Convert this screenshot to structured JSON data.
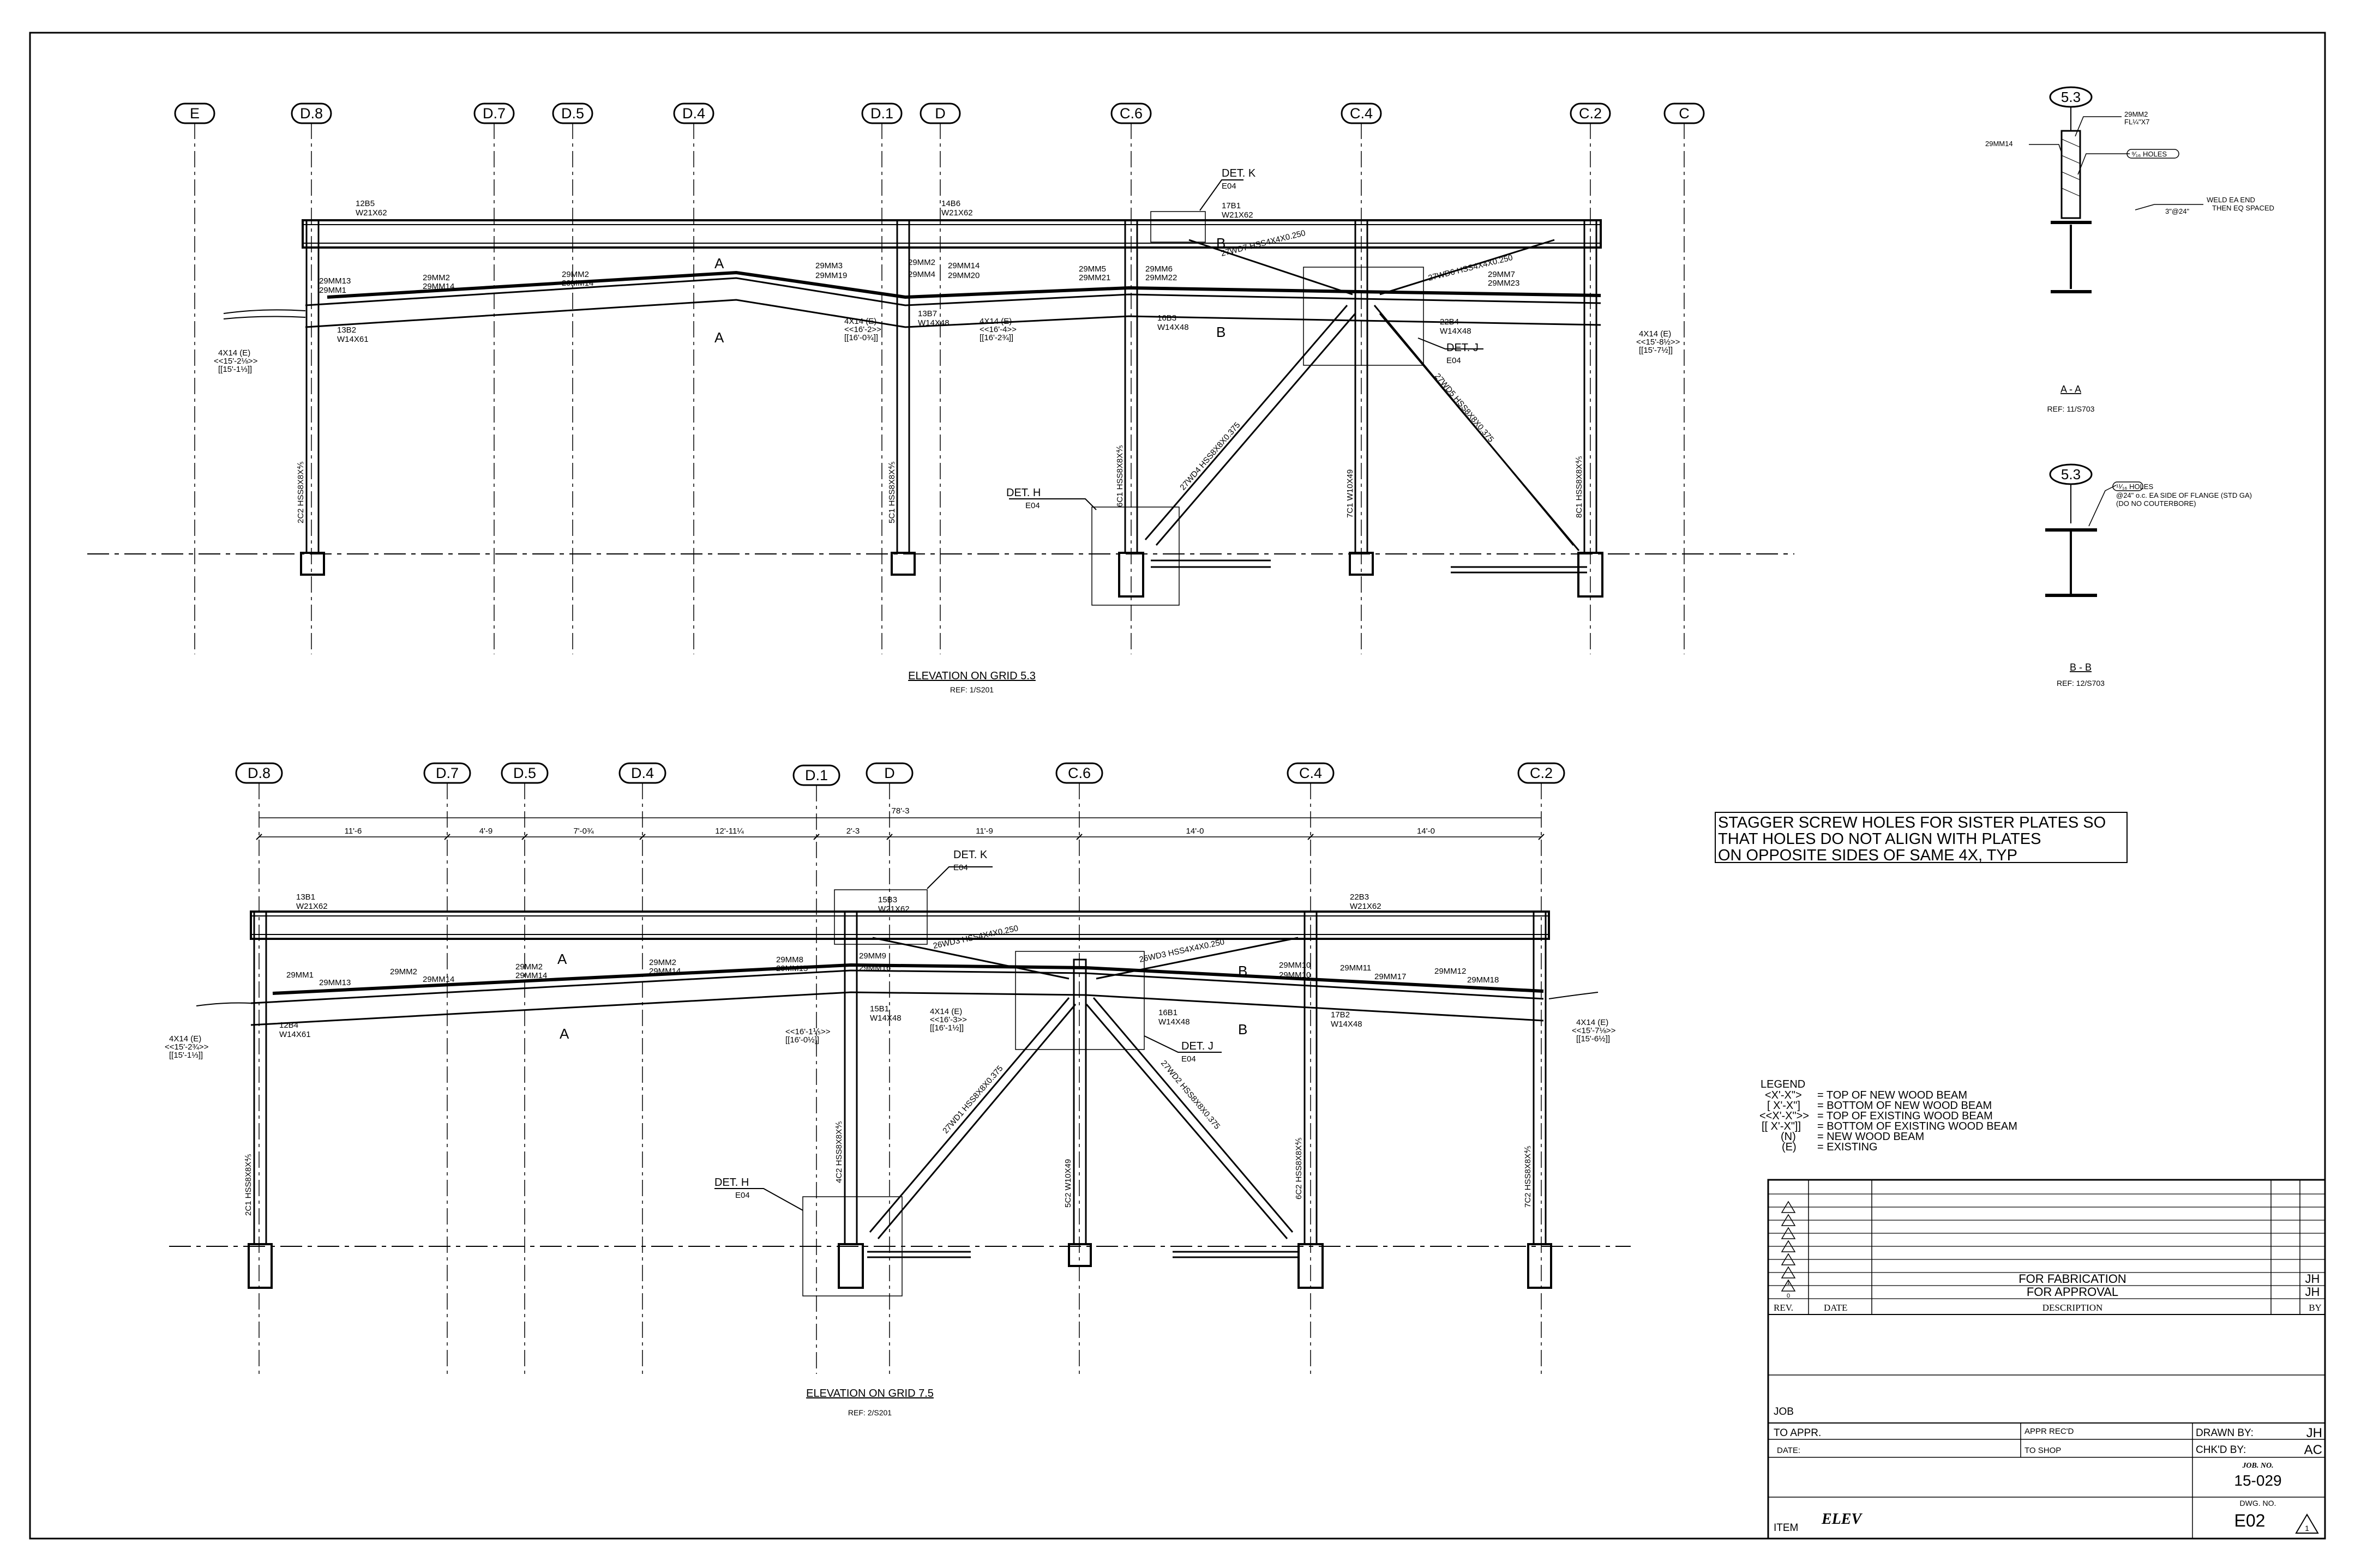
{
  "elevation_53": {
    "grids": [
      "E",
      "D.8",
      "D.7",
      "D.5",
      "D.4",
      "D.1",
      "D",
      "C.6",
      "C.4",
      "C.2",
      "C"
    ],
    "title": "ELEVATION ON GRID 5.3",
    "ref": "REF: 1/S201",
    "beams_top": [
      {
        "mark": "12B5",
        "size": "W21X62"
      },
      {
        "mark": "14B6",
        "size": "W21X62"
      },
      {
        "mark": "17B1",
        "size": "W21X62"
      }
    ],
    "beams_low": [
      {
        "mark": "13B2",
        "size": "W14X61"
      },
      {
        "mark": "13B7",
        "size": "W14X48"
      },
      {
        "mark": "16B3",
        "size": "W14X48"
      },
      {
        "mark": "22B4",
        "size": "W14X48"
      }
    ],
    "columns": [
      "2C2 HSS8X8X⅘",
      "5C1 HSS8X8X⅘",
      "6C1 HSS8X8X⅘",
      "7C1 W10X49",
      "8C1 HSS8X8X⅘"
    ],
    "braces": [
      "27WD7 HSS4X4X0.250",
      "27WD6 HSS4X4X0.250",
      "27WD4 HSS8X8X0.375",
      "27WD5 HSS8X8X0.375"
    ],
    "members": [
      "29MM13",
      "29MM1",
      "29MM2",
      "29MM14",
      "29MM2",
      "29MM14",
      "29MM3",
      "29MM19",
      "29MM2",
      "29MM4",
      "29MM14",
      "29MM20",
      "29MM5",
      "29MM21",
      "29MM6",
      "29MM22",
      "29MM7",
      "29MM23"
    ],
    "wood": [
      {
        "a": "4X14 (E)",
        "b": "<<15'-2⅛>>",
        "c": "[[15'-1⅓]]"
      },
      {
        "a": "4X14 (E)",
        "b": "<<16'-2>>",
        "c": "[[16'-0¾]]"
      },
      {
        "a": "4X14 (E)",
        "b": "<<16'-4>>",
        "c": "[[16'-2¾]]"
      },
      {
        "a": "4X14 (E)",
        "b": "<<15'-8½>>",
        "c": "[[15'-7½]]"
      }
    ],
    "details": [
      {
        "label": "DET. K",
        "sheet": "E04"
      },
      {
        "label": "DET. J",
        "sheet": "E04"
      },
      {
        "label": "DET. H",
        "sheet": "E04"
      }
    ],
    "cut_a": "A",
    "cut_b": "B"
  },
  "elevation_75": {
    "grids": [
      "D.8",
      "D.7",
      "D.5",
      "D.4",
      "D.1",
      "D",
      "C.6",
      "C.4",
      "C.2"
    ],
    "title": "ELEVATION ON GRID 7.5",
    "ref": "REF: 2/S201",
    "overall_dim": "78'-3",
    "dims": [
      "11'-6",
      "4'-9",
      "7'-0¾",
      "12'-11¼",
      "2'-3",
      "11'-9",
      "14'-0",
      "14'-0"
    ],
    "beams_top": [
      {
        "mark": "13B1",
        "size": "W21X62"
      },
      {
        "mark": "15B3",
        "size": "W21X62"
      },
      {
        "mark": "22B3",
        "size": "W21X62"
      }
    ],
    "beams_low": [
      {
        "mark": "12B4",
        "size": "W14X61"
      },
      {
        "mark": "15B1",
        "size": "W14X48"
      },
      {
        "mark": "16B1",
        "size": "W14X48"
      },
      {
        "mark": "17B2",
        "size": "W14X48"
      }
    ],
    "columns": [
      "2C1 HSS8X8X⅘",
      "4C2 HSS8X8X⅘",
      "5C2 W10X49",
      "6C2 HSS8X8X⅘",
      "7C2 HSS8X8X⅘"
    ],
    "braces": [
      "26WD3 HSS4X4X0.250",
      "26WD3 HSS4X4X0.250",
      "27WD1 HSS8X8X0.375",
      "27WD2 HSS8X8X0.375"
    ],
    "members": [
      "29MM1",
      "29MM13",
      "29MM2",
      "29MM14",
      "29MM2",
      "29MM14",
      "29MM2",
      "29MM14",
      "29MM8",
      "29MM15",
      "29MM9",
      "29MM16",
      "29MM10",
      "29MM10",
      "29MM11",
      "29MM17",
      "29MM12",
      "29MM18"
    ],
    "wood": [
      {
        "a": "4X14 (E)",
        "b": "<<15'-2¾>>",
        "c": "[[15'-1⅓]]"
      },
      {
        "a": "",
        "b": "<<16'-1⅕>>",
        "c": "[[16'-0½]]"
      },
      {
        "a": "4X14 (E)",
        "b": "<<16'-3>>",
        "c": "[[16'-1½]]"
      },
      {
        "a": "4X14 (E)",
        "b": "<<15'-7⅛>>",
        "c": "[[15'-6½]]"
      }
    ],
    "details": [
      {
        "label": "DET. K",
        "sheet": "E04"
      },
      {
        "label": "DET. J",
        "sheet": "E04"
      },
      {
        "label": "DET. H",
        "sheet": "E04"
      }
    ],
    "cut_a": "A",
    "cut_b": "B"
  },
  "section_aa": {
    "bubble": "5.3",
    "labels": [
      "29MM14",
      "29MM2",
      "FL¼\"X7",
      "⁹⁄₁₆ HOLES",
      "WELD EA END",
      "THEN EQ SPACED",
      "3\"@24\""
    ],
    "title": "A - A",
    "ref": "REF: 11/S703"
  },
  "section_bb": {
    "bubble": "5.3",
    "labels": [
      "¹¹⁄₁₆ HOLES",
      "@24\" o.c. EA SIDE OF FLANGE (STD GA)",
      "(DO NO COUTERBORE)"
    ],
    "title": "B - B",
    "ref": "REF: 12/S703"
  },
  "note": [
    "STAGGER SCREW HOLES FOR SISTER PLATES SO",
    "THAT HOLES DO NOT ALIGN WITH PLATES",
    "ON OPPOSITE SIDES OF SAME 4X, TYP"
  ],
  "legend": {
    "title": "LEGEND",
    "items": [
      {
        "sym": "<X'-X\">",
        "desc": "= TOP OF NEW WOOD BEAM"
      },
      {
        "sym": "[ X'-X\"]",
        "desc": "= BOTTOM OF NEW WOOD BEAM"
      },
      {
        "sym": "<<X'-X\">>",
        "desc": "= TOP OF EXISTING WOOD BEAM"
      },
      {
        "sym": "[[ X'-X\"]]",
        "desc": "= BOTTOM OF EXISTING WOOD BEAM"
      },
      {
        "sym": "(N)",
        "desc": "= NEW WOOD BEAM"
      },
      {
        "sym": "(E)",
        "desc": "= EXISTING"
      }
    ]
  },
  "title_block": {
    "revisions": [
      {
        "rev": "1",
        "desc": "FOR FABRICATION",
        "by": "JH"
      },
      {
        "rev": "0",
        "desc": "FOR APPROVAL",
        "by": "JH"
      }
    ],
    "rev_header": "REV.",
    "date_header": "DATE",
    "desc_header": "DESCRIPTION",
    "by_header": "BY",
    "job_label": "JOB",
    "to_appr": "TO APPR.",
    "appr_recd": "APPR REC'D",
    "drawn_by_label": "DRAWN BY:",
    "drawn_by": "JH",
    "date_label": "DATE:",
    "to_shop": "TO SHOP",
    "chkd_by_label": "CHK'D BY:",
    "chkd_by": "AC",
    "job_no_label": "JOB. NO.",
    "job_no": "15-029",
    "dwg_no_label": "DWG. NO.",
    "dwg_no": "E02",
    "item_label": "ITEM",
    "item": "ELEV",
    "rev_mark": "1"
  }
}
